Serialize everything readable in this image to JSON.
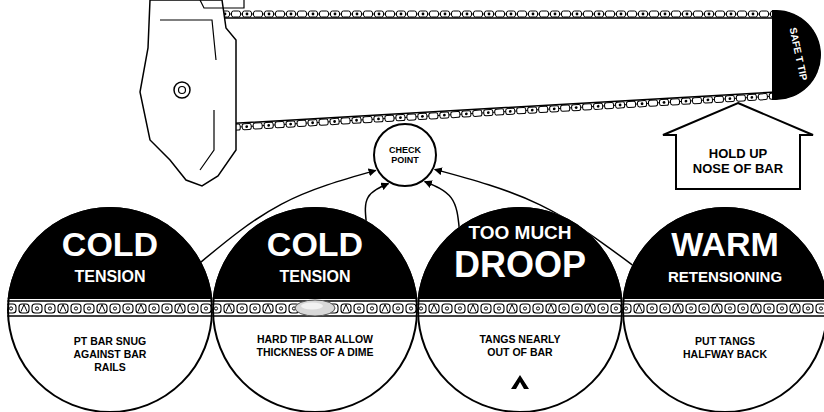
{
  "diagram": {
    "nodes": [
      {
        "text": [
          "CHECK POINT"
        ]
      },
      {
        "text": [
          "HOLD UP NOSE OF BAR"
        ]
      },
      {
        "text": [
          "COLD",
          "TENSION",
          "PT BAR SNUG AGAINST BAR RAILS"
        ]
      },
      {
        "text": [
          "COLD",
          "TENSION",
          "HARD TIP BAR ALLOW THICKNESS OF A DIME"
        ]
      },
      {
        "text": [
          "TOO MUCH",
          "DROOP",
          "TANGS NEARLY OUT OF BAR"
        ]
      },
      {
        "text": [
          "WARM",
          "RETENSIONING",
          "PUT TANGS HALFWAY BACK"
        ]
      }
    ],
    "edges": [
      {
        "from": 2,
        "to": 0,
        "arrow": "to"
      },
      {
        "from": 3,
        "to": 0,
        "arrow": "to"
      },
      {
        "from": 4,
        "to": 0,
        "arrow": "to"
      },
      {
        "from": 5,
        "to": 0,
        "arrow": "to"
      }
    ],
    "labels": [
      "SAFE T TIP"
    ]
  }
}
